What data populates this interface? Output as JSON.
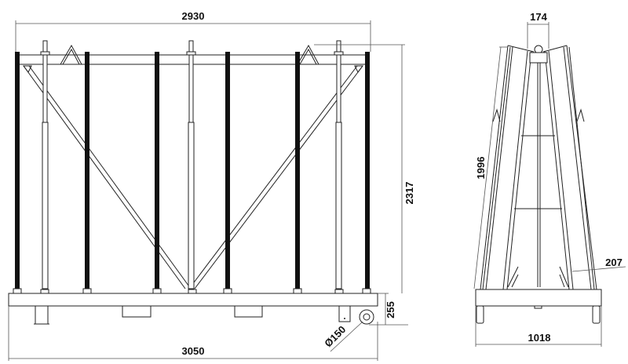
{
  "front_view": {
    "dimensions": {
      "top_width": "2930",
      "overall_width": "3050",
      "overall_height": "2317",
      "base_height": "255",
      "wheel_diameter": "Ø150"
    }
  },
  "side_view": {
    "dimensions": {
      "top_width": "174",
      "leg_length": "1996",
      "leg_offset": "207",
      "base_width": "1018"
    }
  }
}
